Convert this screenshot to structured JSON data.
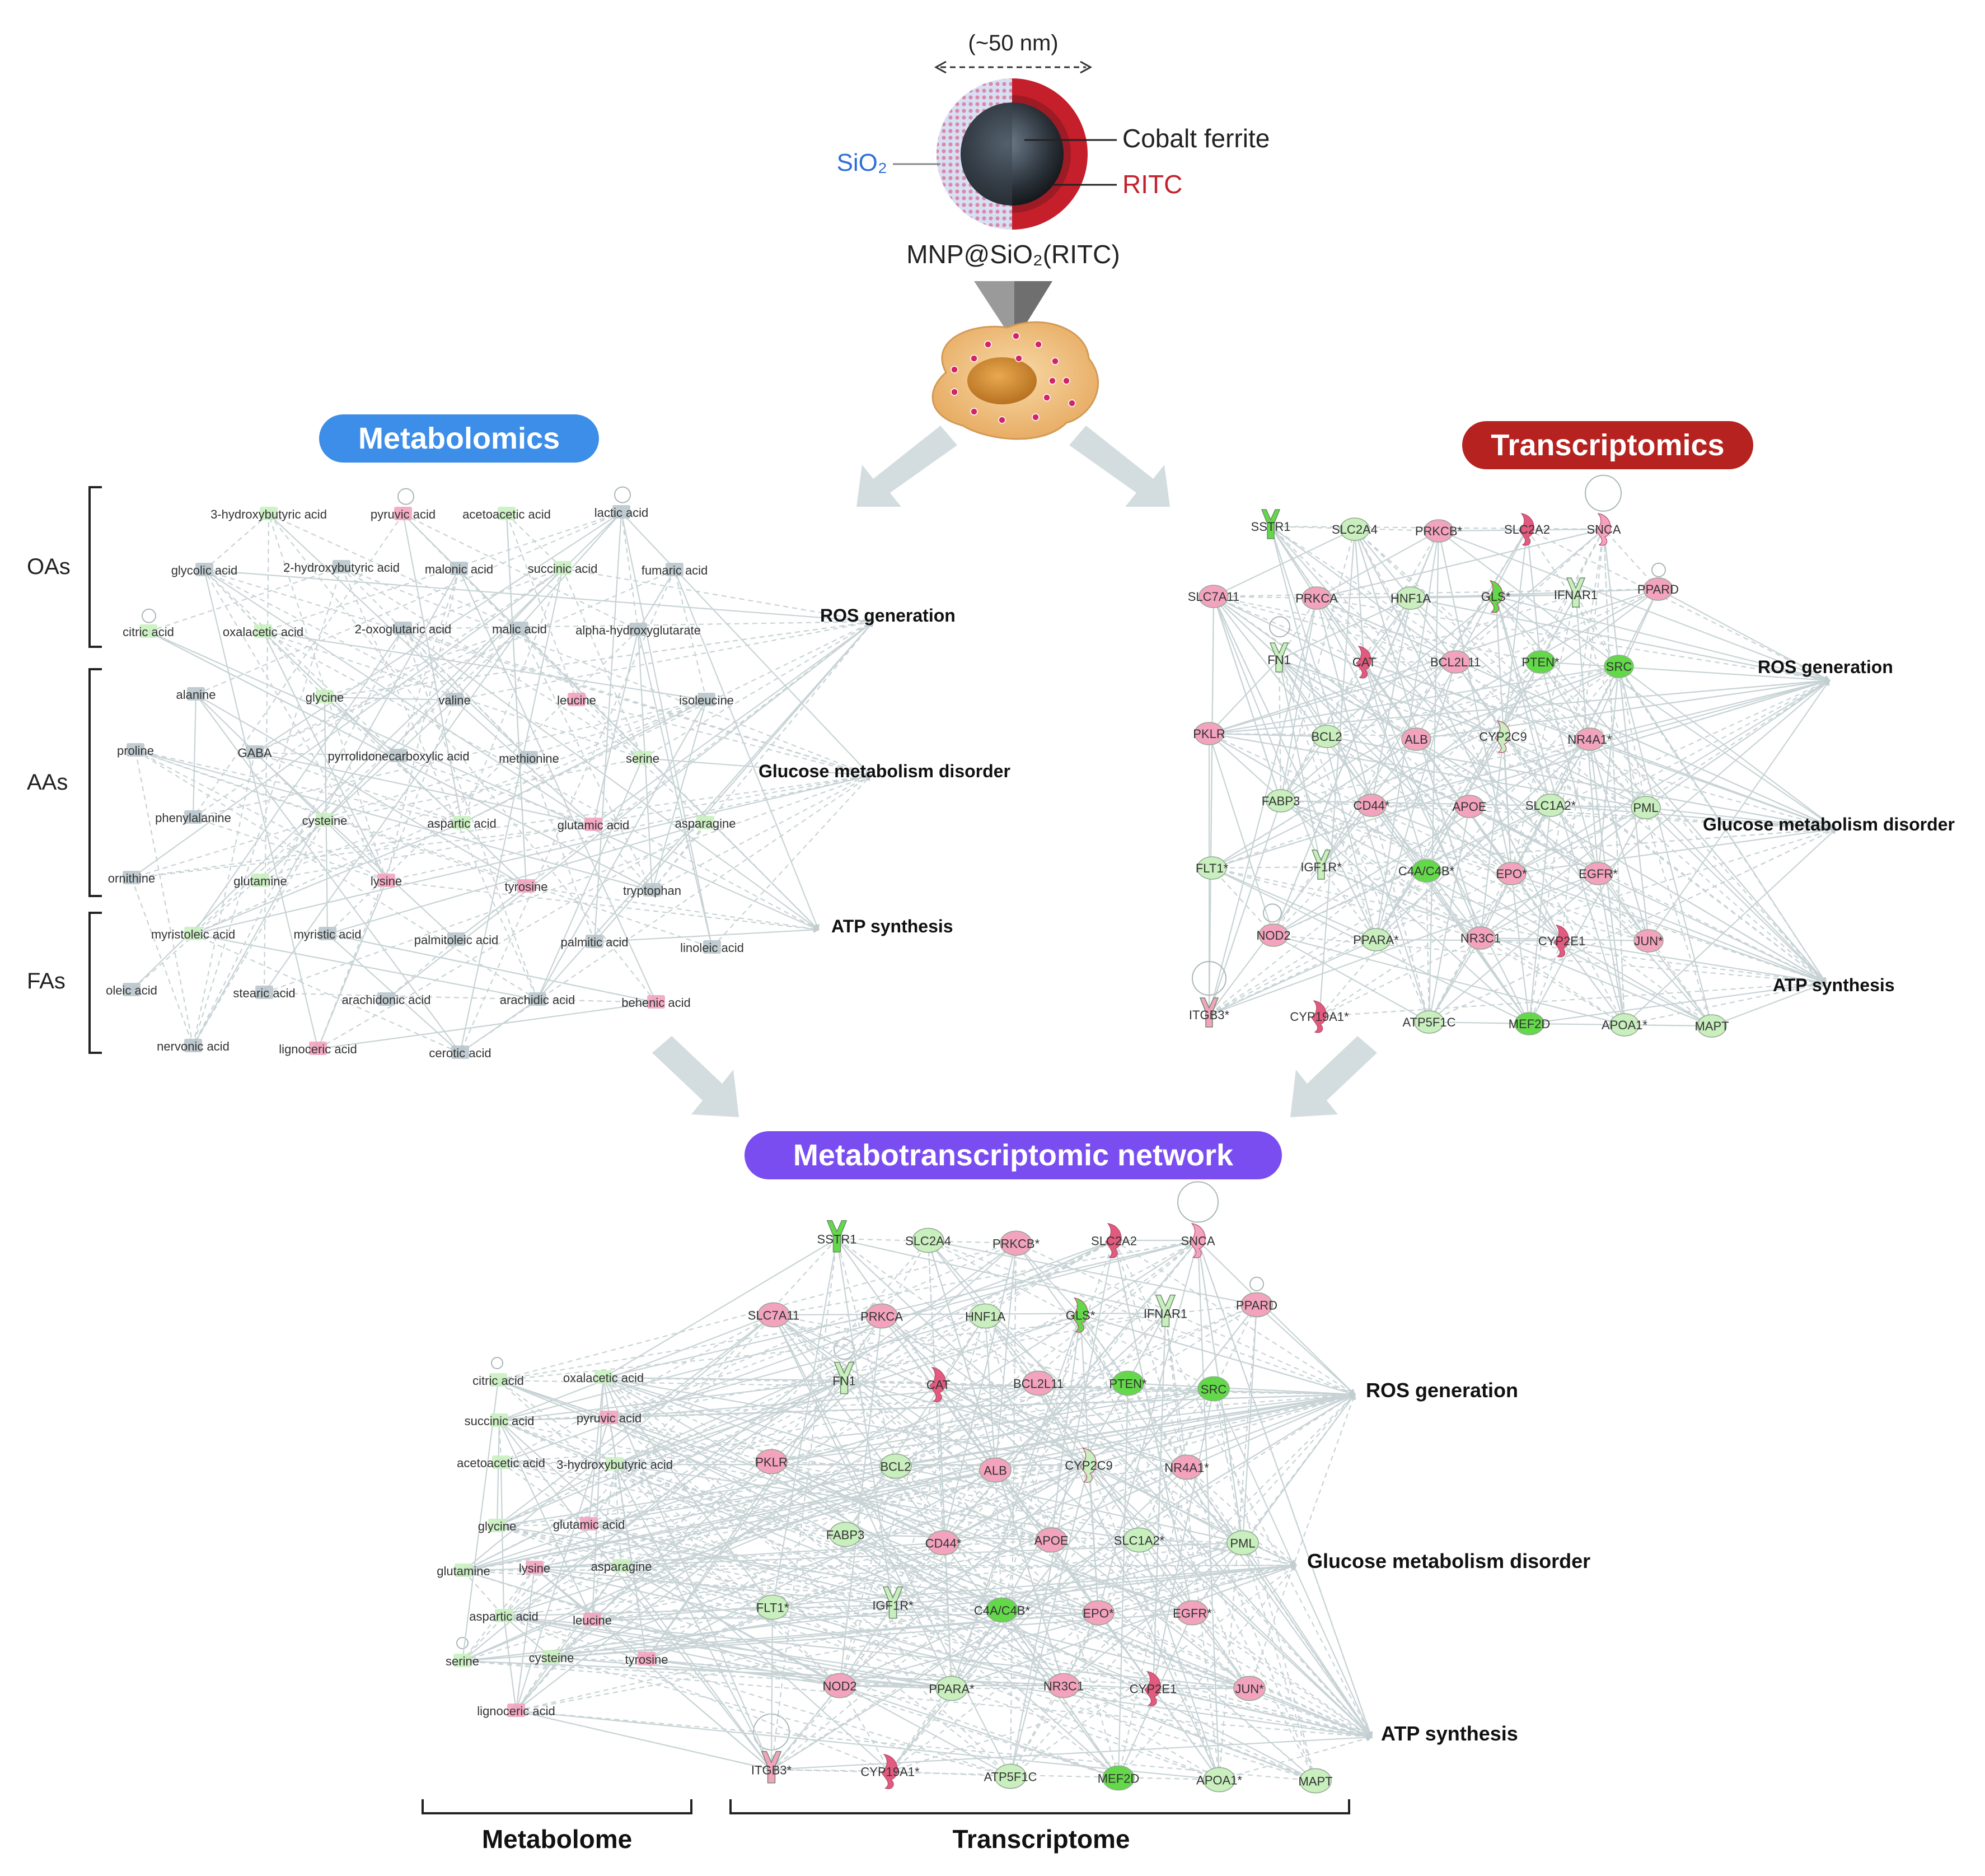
{
  "colors": {
    "metabolomics": "#3d8ee8",
    "transcriptomics": "#b5221f",
    "metabotranscriptomic": "#7a4df0",
    "up": "#f4a3bf",
    "up_strong": "#e25a7e",
    "down": "#c9efbf",
    "down_strong": "#63d94a",
    "neutral": "#b9c7cc",
    "edge": "#c8d3d5",
    "sio2": "#2f6fd8",
    "ritc": "#c4212c",
    "arrow": "#d3dddf"
  },
  "nanoparticle": {
    "size": "(~50 nm)",
    "sio2": "SiO₂",
    "cobalt_ferrite": "Cobalt ferrite",
    "ritc": "RITC",
    "name": "MNP@SiO₂(RITC)"
  },
  "sections": {
    "metabolomics": "Metabolomics",
    "transcriptomics": "Transcriptomics",
    "network": "Metabotranscriptomic network"
  },
  "groups": {
    "oas": "OAs",
    "aas": "AAs",
    "fas": "FAs"
  },
  "outcomes": {
    "ros": "ROS generation",
    "glucose": "Glucose metabolism disorder",
    "atp": "ATP synthesis"
  },
  "braces": {
    "metabolome": "Metabolome",
    "transcriptome": "Transcriptome"
  },
  "metabolites": [
    {
      "id": "m1",
      "label": "3-hydroxybutyric acid",
      "status": "down"
    },
    {
      "id": "m2",
      "label": "pyruvic acid",
      "status": "up"
    },
    {
      "id": "m3",
      "label": "acetoacetic acid",
      "status": "down"
    },
    {
      "id": "m4",
      "label": "lactic acid",
      "status": "neutral"
    },
    {
      "id": "m5",
      "label": "glycolic acid",
      "status": "neutral"
    },
    {
      "id": "m6",
      "label": "2-hydroxybutyric acid",
      "status": "neutral"
    },
    {
      "id": "m7",
      "label": "malonic acid",
      "status": "neutral"
    },
    {
      "id": "m8",
      "label": "succinic acid",
      "status": "down"
    },
    {
      "id": "m9",
      "label": "fumaric acid",
      "status": "neutral"
    },
    {
      "id": "m10",
      "label": "citric acid",
      "status": "down"
    },
    {
      "id": "m11",
      "label": "oxalacetic acid",
      "status": "down"
    },
    {
      "id": "m12",
      "label": "2-oxoglutaric acid",
      "status": "neutral"
    },
    {
      "id": "m13",
      "label": "malic acid",
      "status": "neutral"
    },
    {
      "id": "m14",
      "label": "alpha-hydroxyglutarate",
      "status": "neutral"
    },
    {
      "id": "m15",
      "label": "alanine",
      "status": "neutral"
    },
    {
      "id": "m16",
      "label": "glycine",
      "status": "down"
    },
    {
      "id": "m17",
      "label": "valine",
      "status": "neutral"
    },
    {
      "id": "m18",
      "label": "leucine",
      "status": "up"
    },
    {
      "id": "m19",
      "label": "isoleucine",
      "status": "neutral"
    },
    {
      "id": "m20",
      "label": "proline",
      "status": "neutral"
    },
    {
      "id": "m21",
      "label": "GABA",
      "status": "neutral"
    },
    {
      "id": "m22",
      "label": "pyrrolidonecarboxylic acid",
      "status": "neutral"
    },
    {
      "id": "m23",
      "label": "methionine",
      "status": "neutral"
    },
    {
      "id": "m24",
      "label": "serine",
      "status": "down"
    },
    {
      "id": "m25",
      "label": "phenylalanine",
      "status": "neutral"
    },
    {
      "id": "m26",
      "label": "cysteine",
      "status": "down"
    },
    {
      "id": "m27",
      "label": "aspartic acid",
      "status": "down"
    },
    {
      "id": "m28",
      "label": "glutamic acid",
      "status": "up"
    },
    {
      "id": "m29",
      "label": "asparagine",
      "status": "down"
    },
    {
      "id": "m30",
      "label": "ornithine",
      "status": "neutral"
    },
    {
      "id": "m31",
      "label": "glutamine",
      "status": "down"
    },
    {
      "id": "m32",
      "label": "lysine",
      "status": "up"
    },
    {
      "id": "m33",
      "label": "tyrosine",
      "status": "up"
    },
    {
      "id": "m34",
      "label": "tryptophan",
      "status": "neutral"
    },
    {
      "id": "m35",
      "label": "myristoleic acid",
      "status": "down"
    },
    {
      "id": "m36",
      "label": "myristic acid",
      "status": "neutral"
    },
    {
      "id": "m37",
      "label": "palmitoleic acid",
      "status": "neutral"
    },
    {
      "id": "m38",
      "label": "palmitic acid",
      "status": "neutral"
    },
    {
      "id": "m39",
      "label": "linoleic acid",
      "status": "neutral"
    },
    {
      "id": "m40",
      "label": "oleic acid",
      "status": "neutral"
    },
    {
      "id": "m41",
      "label": "stearic acid",
      "status": "neutral"
    },
    {
      "id": "m42",
      "label": "arachidonic acid",
      "status": "neutral"
    },
    {
      "id": "m43",
      "label": "arachidic acid",
      "status": "neutral"
    },
    {
      "id": "m44",
      "label": "behenic acid",
      "status": "up"
    },
    {
      "id": "m45",
      "label": "nervonic acid",
      "status": "neutral"
    },
    {
      "id": "m46",
      "label": "lignoceric acid",
      "status": "up"
    },
    {
      "id": "m47",
      "label": "cerotic acid",
      "status": "neutral"
    }
  ],
  "genes": [
    {
      "id": "g1",
      "label": "SSTR1",
      "status": "down_strong"
    },
    {
      "id": "g2",
      "label": "SLC2A4",
      "status": "down"
    },
    {
      "id": "g3",
      "label": "PRKCB*",
      "status": "up"
    },
    {
      "id": "g4",
      "label": "SLC2A2",
      "status": "up_strong"
    },
    {
      "id": "g5",
      "label": "SNCA",
      "status": "up"
    },
    {
      "id": "g6",
      "label": "SLC7A11",
      "status": "up"
    },
    {
      "id": "g7",
      "label": "PRKCA",
      "status": "up"
    },
    {
      "id": "g8",
      "label": "HNF1A",
      "status": "down"
    },
    {
      "id": "g9",
      "label": "GLS*",
      "status": "down_strong"
    },
    {
      "id": "g10",
      "label": "IFNAR1",
      "status": "down"
    },
    {
      "id": "g11",
      "label": "PPARD",
      "status": "up"
    },
    {
      "id": "g12",
      "label": "FN1",
      "status": "down"
    },
    {
      "id": "g13",
      "label": "CAT",
      "status": "up_strong"
    },
    {
      "id": "g14",
      "label": "BCL2L11",
      "status": "up"
    },
    {
      "id": "g15",
      "label": "PTEN*",
      "status": "down_strong"
    },
    {
      "id": "g16",
      "label": "SRC",
      "status": "down_strong"
    },
    {
      "id": "g17",
      "label": "PKLR",
      "status": "up"
    },
    {
      "id": "g18",
      "label": "BCL2",
      "status": "down"
    },
    {
      "id": "g19",
      "label": "ALB",
      "status": "up"
    },
    {
      "id": "g20",
      "label": "CYP2C9",
      "status": "down"
    },
    {
      "id": "g21",
      "label": "NR4A1*",
      "status": "up"
    },
    {
      "id": "g22",
      "label": "FABP3",
      "status": "down"
    },
    {
      "id": "g23",
      "label": "CD44*",
      "status": "up"
    },
    {
      "id": "g24",
      "label": "APOE",
      "status": "up"
    },
    {
      "id": "g25",
      "label": "SLC1A2*",
      "status": "down"
    },
    {
      "id": "g26",
      "label": "PML",
      "status": "down"
    },
    {
      "id": "g27",
      "label": "FLT1*",
      "status": "down"
    },
    {
      "id": "g28",
      "label": "IGF1R*",
      "status": "down"
    },
    {
      "id": "g29",
      "label": "C4A/C4B*",
      "status": "down_strong"
    },
    {
      "id": "g30",
      "label": "EPO*",
      "status": "up"
    },
    {
      "id": "g31",
      "label": "EGFR*",
      "status": "up"
    },
    {
      "id": "g32",
      "label": "NOD2",
      "status": "up"
    },
    {
      "id": "g33",
      "label": "PPARA*",
      "status": "down"
    },
    {
      "id": "g34",
      "label": "NR3C1",
      "status": "up"
    },
    {
      "id": "g35",
      "label": "CYP2E1",
      "status": "up_strong"
    },
    {
      "id": "g36",
      "label": "JUN*",
      "status": "up"
    },
    {
      "id": "g37",
      "label": "ITGB3*",
      "status": "up"
    },
    {
      "id": "g38",
      "label": "CYP19A1*",
      "status": "up_strong"
    },
    {
      "id": "g39",
      "label": "ATP5F1C",
      "status": "down"
    },
    {
      "id": "g40",
      "label": "MEF2D",
      "status": "down_strong"
    },
    {
      "id": "g41",
      "label": "APOA1*",
      "status": "down"
    },
    {
      "id": "g42",
      "label": "MAPT",
      "status": "down"
    }
  ],
  "network_metabolites": [
    {
      "id": "n1",
      "label": "citric acid",
      "status": "down"
    },
    {
      "id": "n2",
      "label": "oxalacetic acid",
      "status": "down"
    },
    {
      "id": "n3",
      "label": "succinic acid",
      "status": "down"
    },
    {
      "id": "n4",
      "label": "pyruvic acid",
      "status": "up"
    },
    {
      "id": "n5",
      "label": "acetoacetic acid",
      "status": "down"
    },
    {
      "id": "n6",
      "label": "3-hydroxybutyric acid",
      "status": "down"
    },
    {
      "id": "n7",
      "label": "glycine",
      "status": "down"
    },
    {
      "id": "n8",
      "label": "glutamic acid",
      "status": "up"
    },
    {
      "id": "n9",
      "label": "glutamine",
      "status": "down"
    },
    {
      "id": "n10",
      "label": "lysine",
      "status": "up"
    },
    {
      "id": "n11",
      "label": "asparagine",
      "status": "down"
    },
    {
      "id": "n12",
      "label": "aspartic acid",
      "status": "down"
    },
    {
      "id": "n13",
      "label": "leucine",
      "status": "up"
    },
    {
      "id": "n14",
      "label": "serine",
      "status": "down"
    },
    {
      "id": "n15",
      "label": "cysteine",
      "status": "down"
    },
    {
      "id": "n16",
      "label": "tyrosine",
      "status": "up"
    },
    {
      "id": "n17",
      "label": "lignoceric acid",
      "status": "up"
    }
  ]
}
